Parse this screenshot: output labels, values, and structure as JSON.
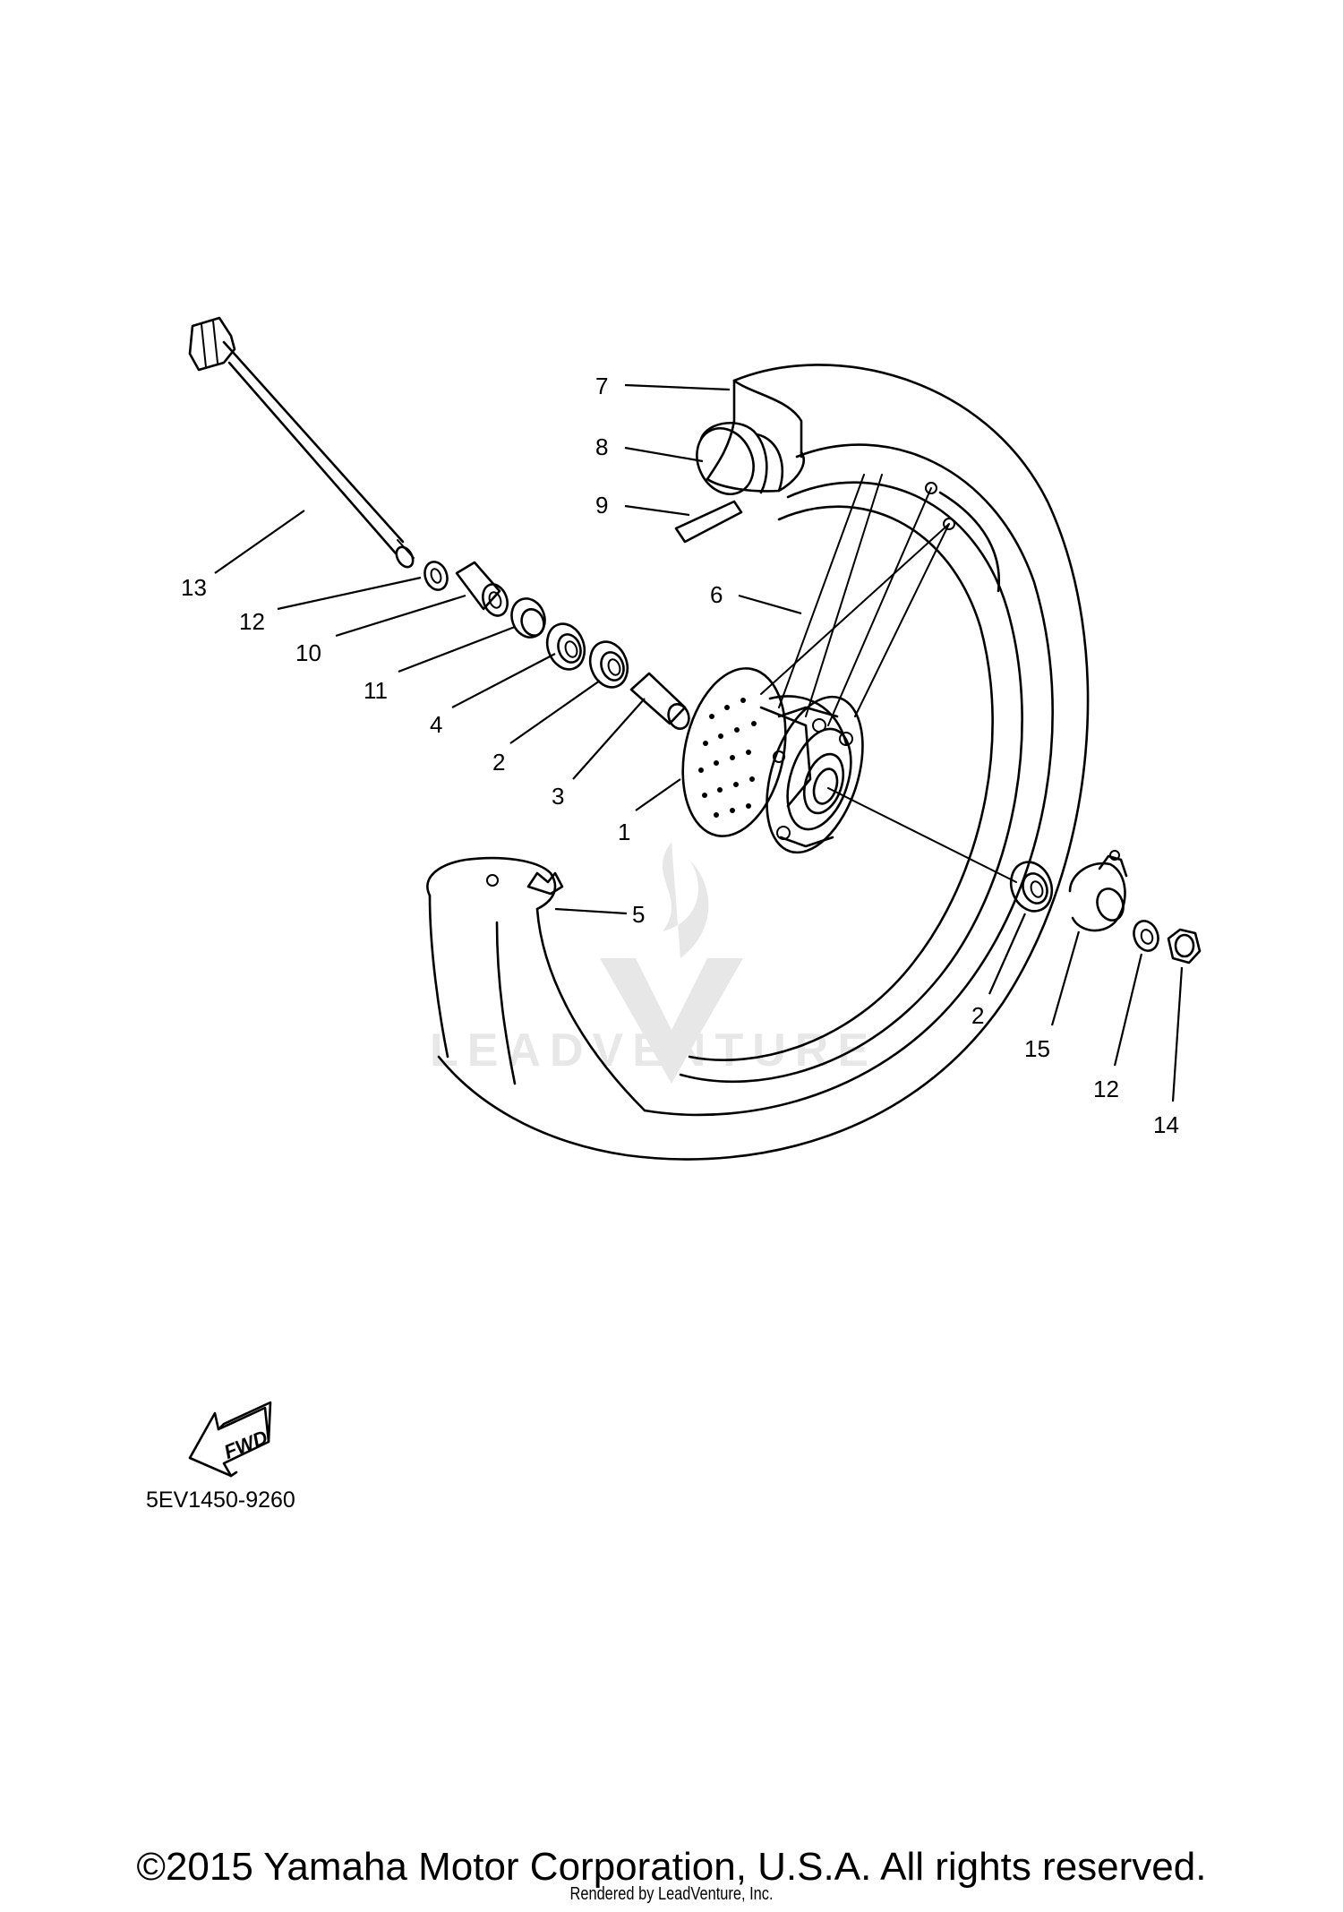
{
  "diagram": {
    "part_labels": [
      "1",
      "2",
      "3",
      "4",
      "5",
      "6",
      "7",
      "8",
      "9",
      "10",
      "11",
      "12",
      "13",
      "14",
      "15"
    ],
    "callouts": {
      "c1": "1",
      "c2a": "2",
      "c2b": "2",
      "c3": "3",
      "c4": "4",
      "c5": "5",
      "c6": "6",
      "c7": "7",
      "c8": "8",
      "c9": "9",
      "c10": "10",
      "c11": "11",
      "c12a": "12",
      "c12b": "12",
      "c13": "13",
      "c14": "14",
      "c15": "15"
    },
    "fwd_label": "FWD",
    "diagram_code": "5EV1450-9260"
  },
  "watermark": {
    "text": "LEADVENTURE"
  },
  "footer": {
    "copyright": "©2015 Yamaha Motor Corporation, U.S.A. All rights reserved.",
    "rendered_by": "Rendered by LeadVenture, Inc."
  }
}
